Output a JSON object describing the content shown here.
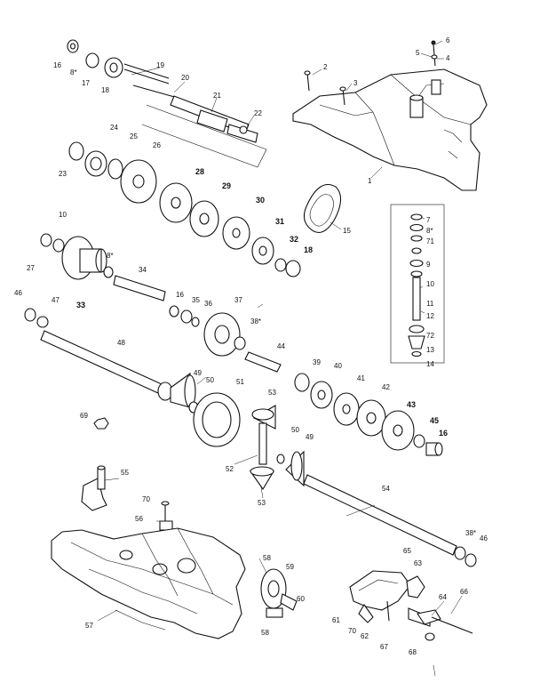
{
  "diagram": {
    "part_numbers": [
      "16",
      "8*",
      "17",
      "18",
      "19",
      "20",
      "21",
      "22",
      "2",
      "3",
      "5",
      "6",
      "4",
      "24",
      "23",
      "25",
      "26",
      "28",
      "29",
      "30",
      "31",
      "32",
      "18",
      "1",
      "15",
      "10",
      "27",
      "8*",
      "33",
      "34",
      "7",
      "8*",
      "71",
      "9",
      "10",
      "11",
      "12",
      "72",
      "13",
      "14",
      "46",
      "47",
      "16",
      "35",
      "36",
      "37",
      "38*",
      "48",
      "44",
      "39",
      "40",
      "41",
      "42",
      "43",
      "45",
      "16",
      "49",
      "50",
      "51",
      "53",
      "69",
      "50",
      "49",
      "52",
      "53",
      "54",
      "55",
      "70",
      "56",
      "58",
      "59",
      "60",
      "57",
      "58",
      "38*",
      "46",
      "65",
      "63",
      "64",
      "66",
      "61",
      "70",
      "62",
      "67",
      "68"
    ]
  }
}
